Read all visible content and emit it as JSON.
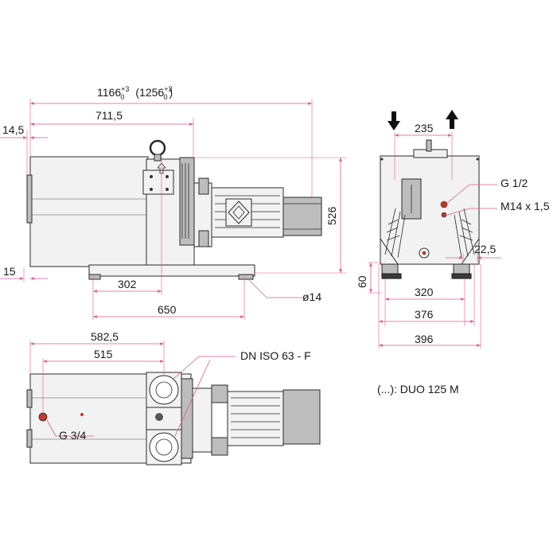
{
  "dimensions": {
    "overall_length": "1166",
    "overall_tol_sup": "+3",
    "overall_tol_sub": "0",
    "overall_alt_open": "(1256",
    "overall_alt_sup": "+3",
    "overall_alt_sub": "0",
    "overall_alt_close": ")",
    "length_711": "711,5",
    "offset_14_5": "14,5",
    "height_526": "526",
    "base_15": "15",
    "hole_302": "302",
    "hole_650": "650",
    "hole_dia": "ø14",
    "front_235": "235",
    "front_22_5": "22,5",
    "front_60": "60",
    "front_320": "320",
    "front_376": "376",
    "front_396": "396",
    "top_582_5": "582,5",
    "top_515": "515"
  },
  "labels": {
    "g_half": "G 1/2",
    "m14": "M14 x 1,5",
    "dn_iso": "DN ISO 63 - F",
    "g_three_quarter": "G 3/4",
    "duo_note": "(...): DUO 125 M"
  },
  "colors": {
    "dimension_line": "#e05a8a",
    "outline": "#2a2a2a"
  }
}
